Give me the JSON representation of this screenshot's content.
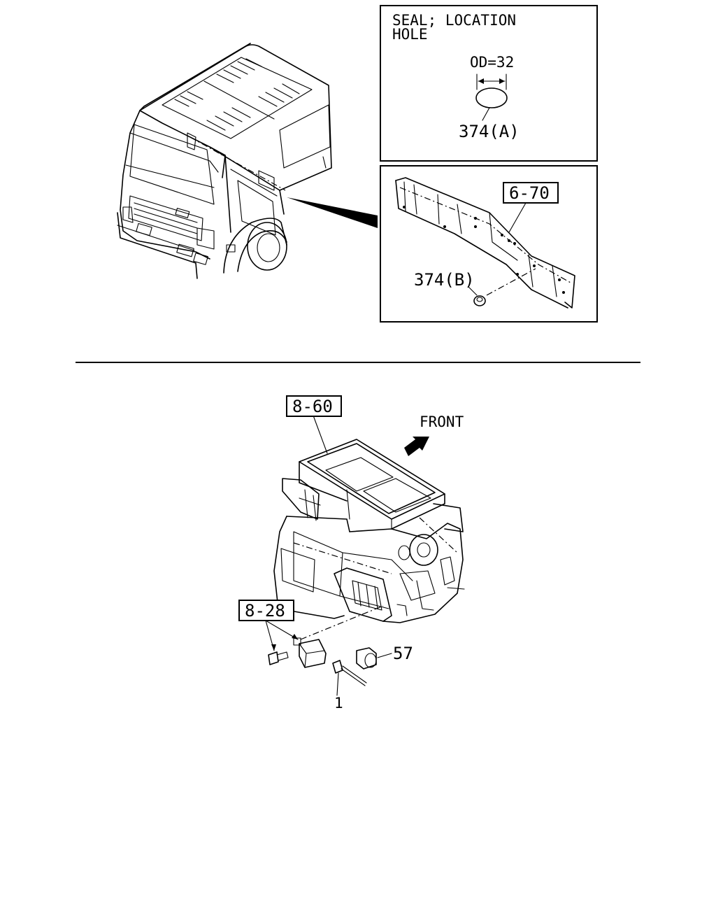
{
  "seal_box": {
    "title_line1": "SEAL; LOCATION",
    "title_line2": "HOLE",
    "dimension": "OD=32",
    "part_a": "374(A)"
  },
  "frame_box": {
    "ref": "6-70",
    "part_b": "374(B)"
  },
  "hvac": {
    "ref_unit": "8-60",
    "front_label": "FRONT",
    "ref_bolts": "8-28",
    "part_57": "57",
    "part_1": "1"
  }
}
